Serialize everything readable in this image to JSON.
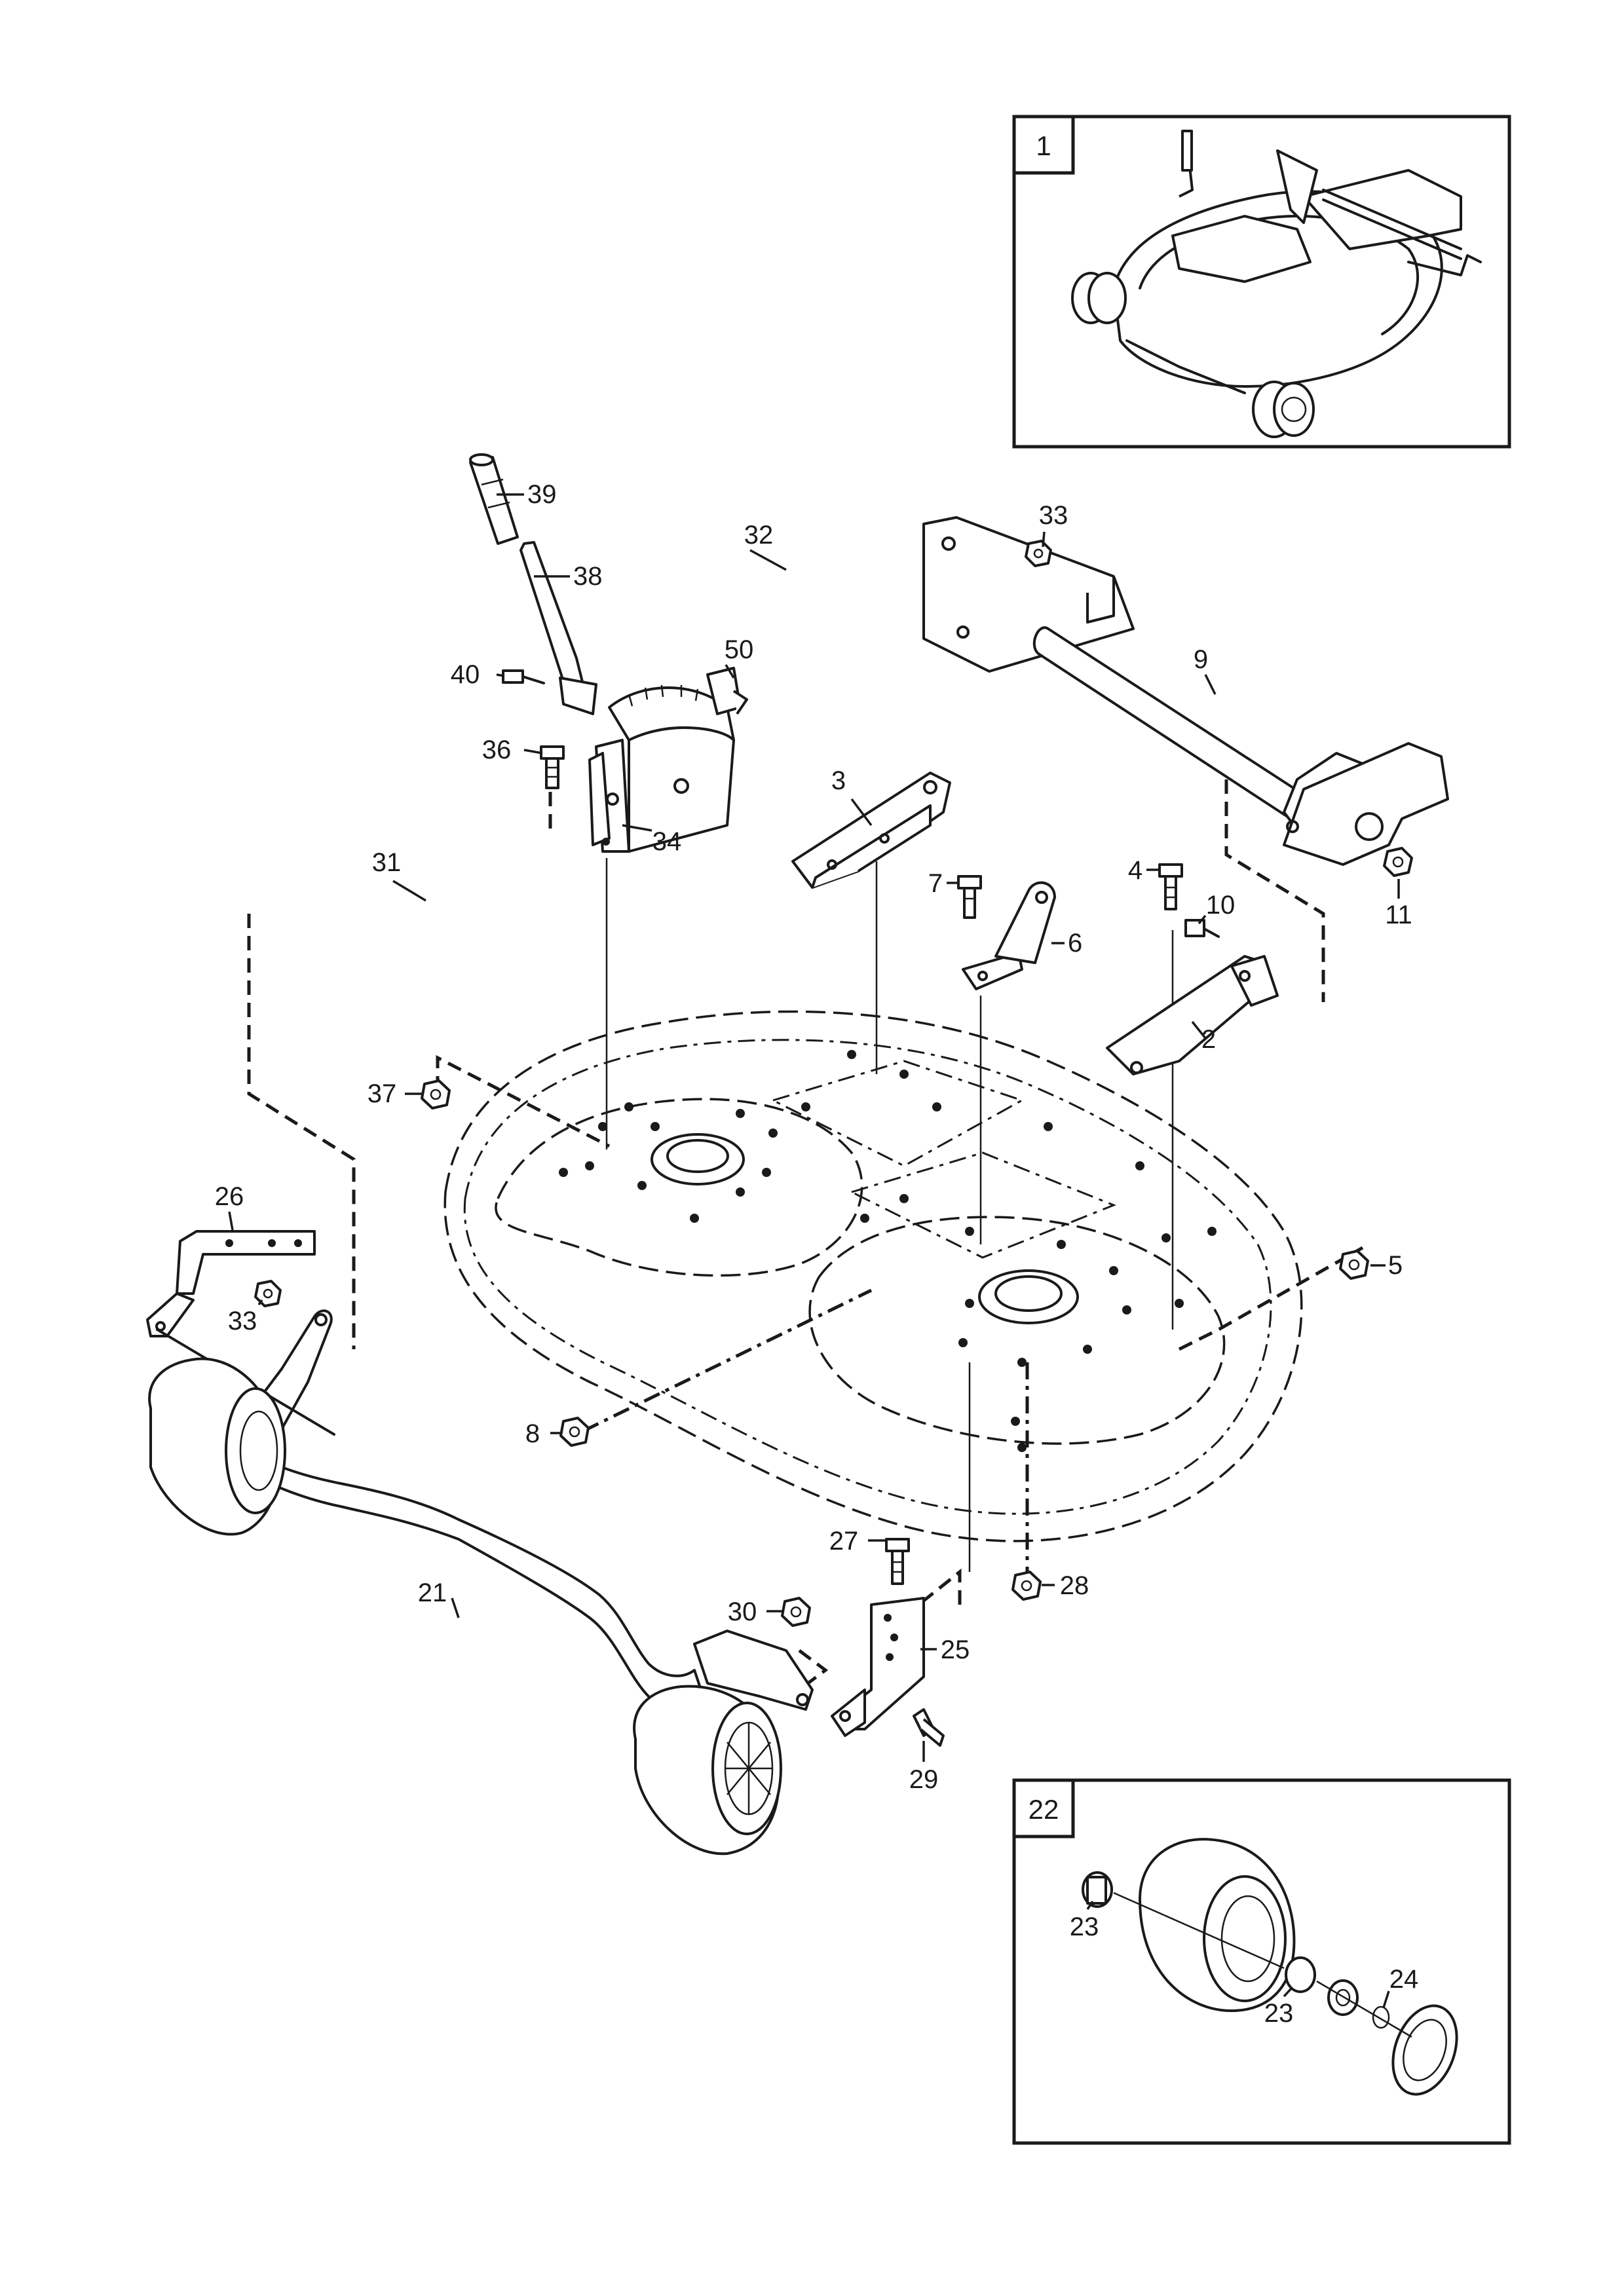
{
  "insets": [
    {
      "id": "inset-1",
      "number": "1"
    },
    {
      "id": "inset-22",
      "number": "22"
    }
  ],
  "callouts": {
    "p2": "2",
    "p3": "3",
    "p4": "4",
    "p5": "5",
    "p6": "6",
    "p7": "7",
    "p8": "8",
    "p9": "9",
    "p10": "10",
    "p11": "11",
    "p21": "21",
    "p23a": "23",
    "p23b": "23",
    "p24": "24",
    "p25": "25",
    "p26": "26",
    "p27": "27",
    "p28": "28",
    "p29": "29",
    "p30": "30",
    "p31": "31",
    "p32": "32",
    "p33a": "33",
    "p33b": "33",
    "p34": "34",
    "p36": "36",
    "p37": "37",
    "p38": "38",
    "p39": "39",
    "p40": "40",
    "p50": "50"
  }
}
